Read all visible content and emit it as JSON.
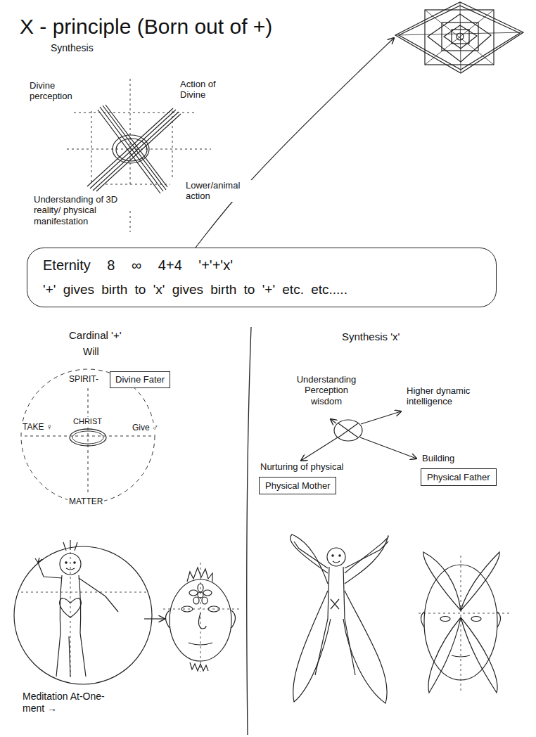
{
  "diagram": {
    "title": "X - principle (Born out of +)",
    "nodes": [
      {
        "text": [
          "Eternity 8 ∞ 4+4 '+'+'x'",
          "'+' gives birth to 'x' gives birth to '+' etc. etc....."
        ]
      },
      {
        "text": [
          "Divine Fater"
        ]
      },
      {
        "text": [
          "Nurturing of physical",
          "Physical Mother"
        ]
      },
      {
        "text": [
          "Building",
          "Physical Father"
        ]
      }
    ],
    "labels": [
      "Synthesis",
      "Divine perception",
      "Action of Divine",
      "Understanding of 3D reality/ physical manifestation",
      "Lower/animal action",
      "Cardinal '+'",
      "Will",
      "Synthesis 'x'",
      "SPIRIT-",
      "CHRIST",
      "TAKE ♀",
      "Give ♂",
      "MATTER",
      "Understanding Perception wisdom",
      "Higher dynamic intelligence",
      "Meditation At-One-ment →"
    ]
  }
}
